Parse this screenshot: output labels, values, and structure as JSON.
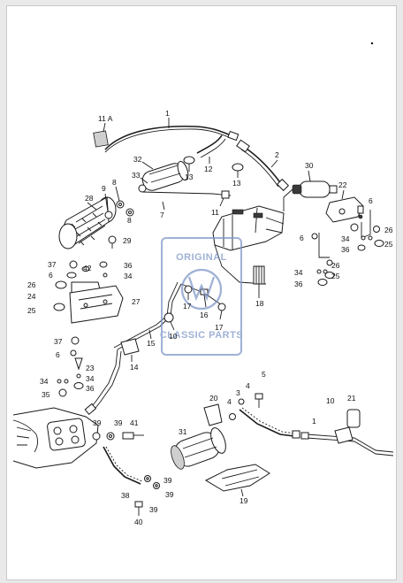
{
  "watermark": {
    "top_text": "ORIGINAL",
    "bottom_text": "CLASSIC PARTS",
    "color": "#7f97c8"
  },
  "callouts": [
    "11 A",
    "1",
    "2",
    "32",
    "33",
    "13",
    "12",
    "30",
    "9",
    "8",
    "28",
    "7",
    "11",
    "3",
    "22",
    "6",
    "26",
    "29",
    "37",
    "42",
    "36",
    "34",
    "27",
    "24",
    "25",
    "5",
    "18",
    "17",
    "16",
    "10",
    "15",
    "14",
    "23",
    "35",
    "20",
    "4",
    "21",
    "31",
    "39",
    "41",
    "38",
    "40",
    "19"
  ]
}
